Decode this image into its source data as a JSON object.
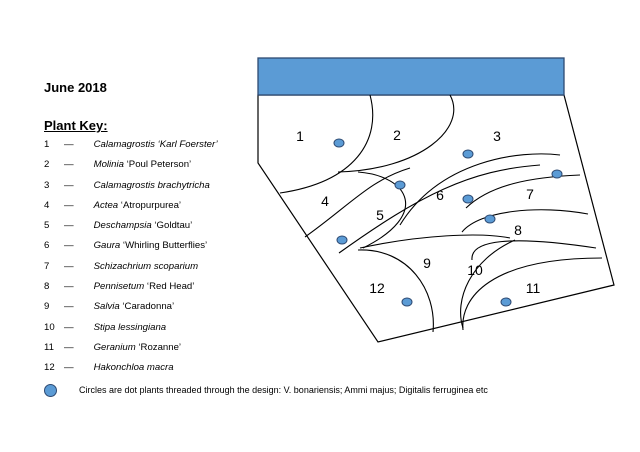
{
  "title": "June 2018",
  "key_heading": "Plant Key:",
  "plant_key": [
    {
      "num": "1",
      "italic": "Calamagrostis ‘Karl Foerster’",
      "plain": ""
    },
    {
      "num": "2",
      "italic": "Molinia",
      "plain": " ‘Poul Peterson’"
    },
    {
      "num": "3",
      "italic": "Calamagrostis brachytricha",
      "plain": ""
    },
    {
      "num": "4",
      "italic": "Actea",
      "plain": " ‘Atropurpurea’"
    },
    {
      "num": "5",
      "italic": "Deschampsia",
      "plain": " ‘Goldtau’"
    },
    {
      "num": "6",
      "italic": "Gaura",
      "plain": " ‘Whirling Butterflies’"
    },
    {
      "num": "7",
      "italic": "Schizachrium scoparium",
      "plain": ""
    },
    {
      "num": "8",
      "italic": "Pennisetum",
      "plain": " ‘Red Head’"
    },
    {
      "num": "9",
      "italic": "Salvia",
      "plain": " ‘Caradonna’"
    },
    {
      "num": "10",
      "italic": "Stipa lessingiana",
      "plain": ""
    },
    {
      "num": "11",
      "italic": "Geranium",
      "plain": " ‘Rozanne’"
    },
    {
      "num": "12",
      "italic": "Hakonchloa macra",
      "plain": ""
    }
  ],
  "dash": "—",
  "note": "Circles are dot plants threaded through the design: V. bonariensis; Ammi majus; Digitalis ferruginea etc",
  "bed_labels": [
    "1",
    "2",
    "3",
    "4",
    "5",
    "6",
    "7",
    "8",
    "9",
    "10",
    "11",
    "12"
  ],
  "colors": {
    "water": "#5b9bd5",
    "water_border": "#2e4a72",
    "dot": "#5b9bd5"
  }
}
